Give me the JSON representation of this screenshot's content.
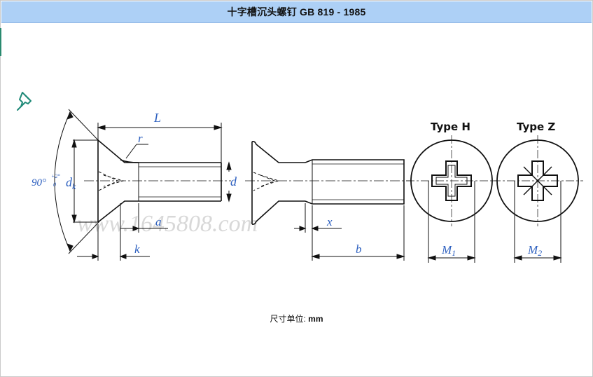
{
  "header": {
    "title": "十字槽沉头螺钉 GB 819 - 1985"
  },
  "drawing": {
    "angle_label": "90°",
    "angle_tolerance_upper": "+2°",
    "angle_tolerance_lower": "0",
    "dim_L": "L",
    "dim_r": "r",
    "dim_dk": "dk",
    "dim_d": "d",
    "dim_a": "a",
    "dim_k": "k",
    "dim_x": "x",
    "dim_b": "b",
    "dim_M1": "M1",
    "dim_M2": "M2",
    "type_h_label": "Type H",
    "type_z_label": "Type Z",
    "watermark": "www.1645808.com"
  },
  "footer": {
    "unit_prefix": "尺寸单位: ",
    "unit_value": "mm"
  },
  "colors": {
    "header_bg": "#add0f6",
    "dimension_text": "#2c5fbf",
    "line": "#111111",
    "accent": "#2a8a6f"
  }
}
